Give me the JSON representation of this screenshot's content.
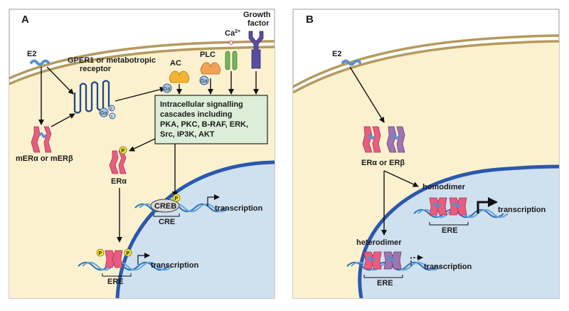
{
  "panels": {
    "a": {
      "letter": "A",
      "e2": "E2",
      "gper1_line1": "GPER1 or metabotropic",
      "gper1_line2": "receptor",
      "mer_label": "mERα or mERβ",
      "ac": "AC",
      "plc": "PLC",
      "ca": "Ca",
      "ca_sup": "2+",
      "growth_line1": "Growth",
      "growth_line2": "factor",
      "g_alpha": "Gα",
      "g_beta": "β",
      "g_gamma": "γ",
      "signal_box": [
        "Intracellular signalling",
        "cascades including",
        "PKA, PKC, B-RAF, ERK,",
        "Src, IP3K, AKT"
      ],
      "er_alpha": "ERα",
      "p": "P",
      "creb": "CREB",
      "cre": "CRE",
      "transcription": "transcription",
      "ere": "ERE"
    },
    "b": {
      "letter": "B",
      "e2": "E2",
      "er_label": "ERα or ERβ",
      "homodimer": "homodimer",
      "heterodimer": "heterodimer",
      "transcription": "transcription",
      "ere": "ERE"
    }
  },
  "colors": {
    "cytoplasm": "#fcf1cf",
    "membrane": "#b49a5d",
    "nucleus": "#cfe0ef",
    "nuclear_envelope": "#2a58ad",
    "er_alpha": "#e85d7f",
    "er_beta": "#a174b0",
    "estrogen": "#5a8fc8",
    "signal_box": "#dcedd8",
    "dna": "#2874b8",
    "ac": "#f2b431",
    "plc": "#f2a254",
    "ca_channel": "#76b65c",
    "growth_receptor": "#5a4ca0",
    "phospho": "#f5e52c"
  }
}
